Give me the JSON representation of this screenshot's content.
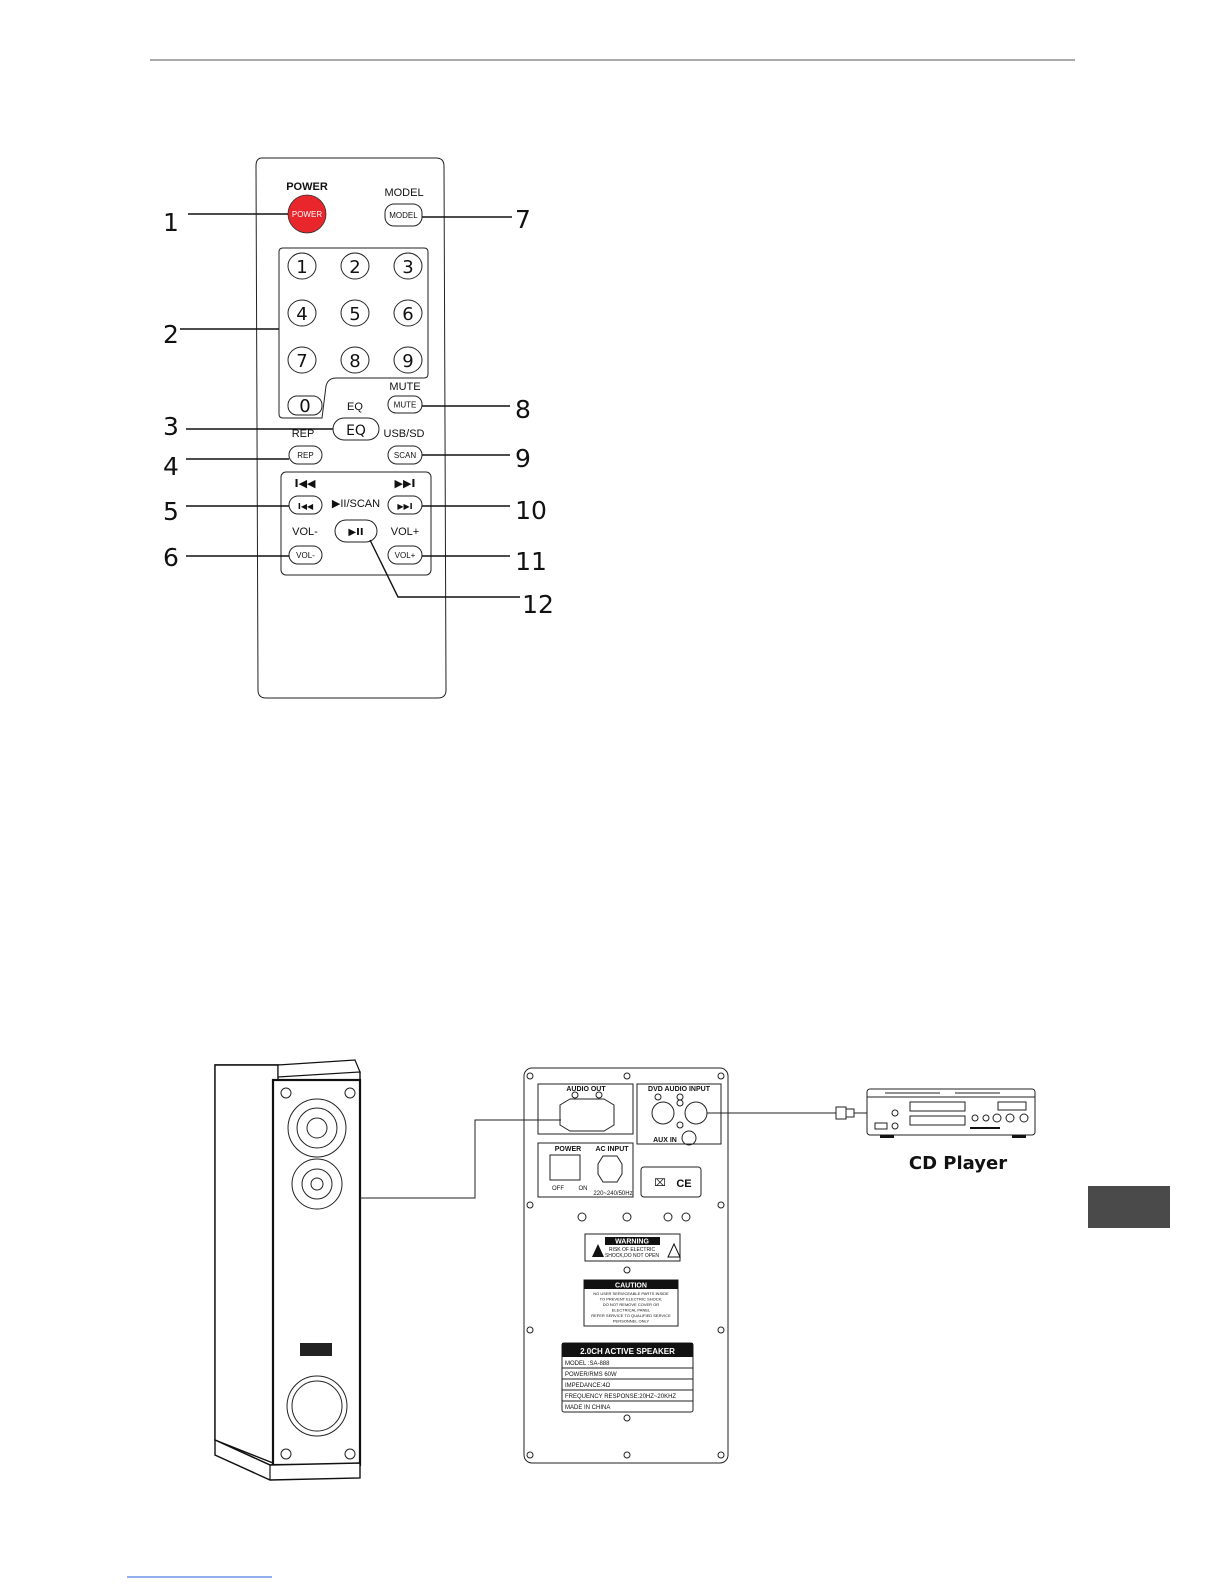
{
  "remote": {
    "callouts": [
      "1",
      "2",
      "3",
      "4",
      "5",
      "6",
      "7",
      "8",
      "9",
      "10",
      "11",
      "12"
    ],
    "labels": {
      "power": "POWER",
      "model": "MODEL",
      "mute": "MUTE",
      "eq": "EQ",
      "rep": "REP",
      "usb_sd": "USB/SD",
      "play_scan": "▶II/SCAN",
      "vol_minus": "VOL-",
      "vol_plus": "VOL+",
      "prev_icon": "I◀◀",
      "next_icon": "▶▶I"
    },
    "buttons": {
      "power": "POWER",
      "model": "MODEL",
      "mute": "MUTE",
      "eq": "EQ",
      "rep": "REP",
      "scan": "SCAN",
      "prev": "I◀◀",
      "next": "▶▶I",
      "play": "▶II",
      "vol_minus": "VOL-",
      "vol_plus": "VOL+"
    },
    "digits": [
      "1",
      "2",
      "3",
      "4",
      "5",
      "6",
      "7",
      "8",
      "9",
      "0"
    ]
  },
  "panel": {
    "audio_out": "AUDIO OUT",
    "dvd_audio_input": "DVD AUDIO INPUT",
    "aux_in": "AUX IN",
    "power": "POWER",
    "ac_input": "AC INPUT",
    "off": "OFF",
    "on": "ON",
    "voltage": "220~240/50Hz",
    "ce": "CE",
    "warning_title": "WARNING",
    "warning_line1": "RISK OF ELECTRIC",
    "warning_line2": "SHOCK,DO NOT OPEN",
    "caution_title": "CAUTION",
    "caution_lines": [
      "NO USER SERVICEABLE PARTS INSIDE",
      "TO PREVENT ELECTRIC SHOCK,",
      "DO NOT REMOVE COVER OR",
      "ELECTRICAL PANEL",
      "REFER SERVICE TO QUALIFIED SERVICE",
      "PERSONNEL ONLY"
    ],
    "spec_title": "2.0CH ACTIVE SPEAKER",
    "spec_rows": [
      "MODEL :SA-888",
      "POWER/RMS 60W",
      "IMPEDANCE:4Ω",
      "FREQUENCY RESPONSE:20HZ~20KHZ",
      "MADE IN CHINA"
    ]
  },
  "cd_player": {
    "label": "CD Player"
  },
  "colors": {
    "power_button": "#e8262b",
    "side_tab": "#4a4a4a"
  }
}
